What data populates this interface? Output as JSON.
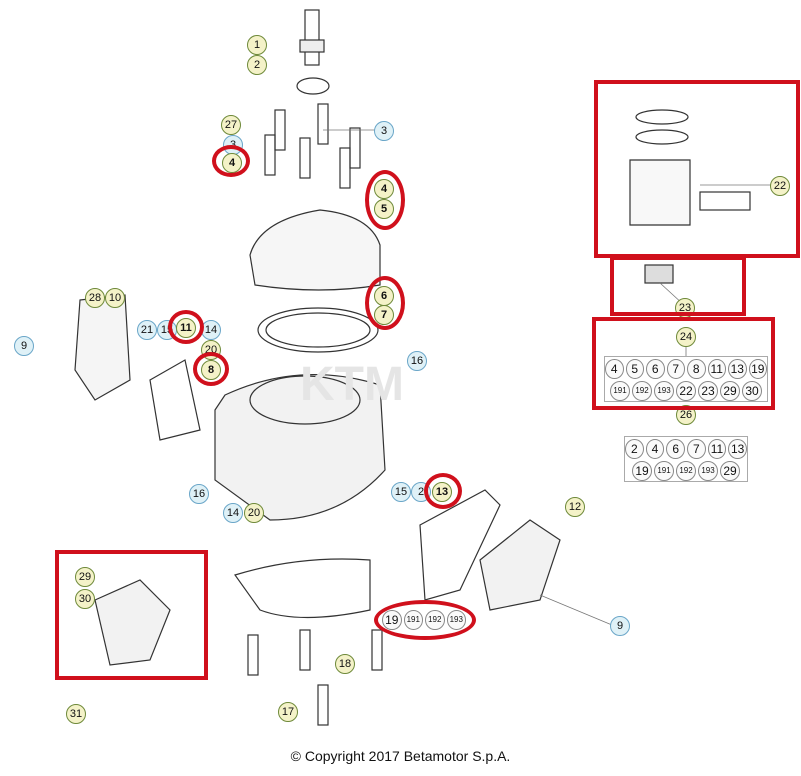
{
  "callouts": [
    "1",
    "2",
    "27",
    "3",
    "3",
    "4",
    "4",
    "5",
    "6",
    "7",
    "28",
    "10",
    "9",
    "21",
    "15",
    "11",
    "14",
    "20",
    "8",
    "16",
    "16",
    "15",
    "2",
    "13",
    "14",
    "20",
    "12",
    "22",
    "23",
    "24",
    "26",
    "29",
    "30",
    "31",
    "17",
    "18",
    "9"
  ],
  "kit24": [
    "4",
    "5",
    "6",
    "7",
    "8",
    "11",
    "13",
    "19",
    "191",
    "192",
    "193",
    "22",
    "23",
    "29",
    "30"
  ],
  "kit26": [
    "2",
    "4",
    "6",
    "7",
    "11",
    "13",
    "19",
    "191",
    "192",
    "193",
    "29"
  ],
  "kit19": [
    "19",
    "191",
    "192",
    "193"
  ],
  "copyright": "© Copyright 2017 Betamotor S.p.A.",
  "colors": {
    "highlight": "#d0101c",
    "callout_fill": "#f4f2c8",
    "callout_blue": "#dff1f7"
  }
}
